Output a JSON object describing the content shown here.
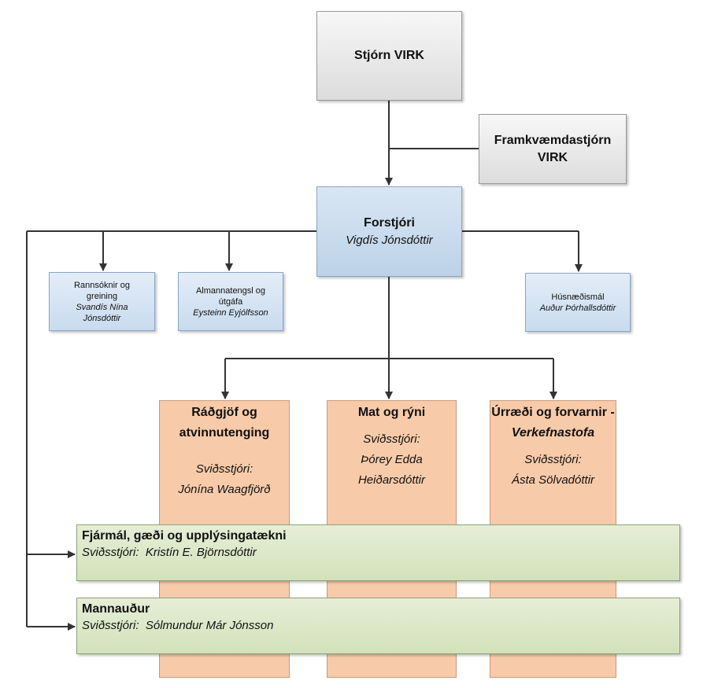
{
  "board": {
    "title": "Stjórn VIRK"
  },
  "executive": {
    "title": "Framkvæmdastjórn VIRK"
  },
  "ceo": {
    "title": "Forstjóri",
    "name": "Vigdís Jónsdóttir"
  },
  "research": {
    "title": "Rannsóknir og greining",
    "name": "Svandís Nína Jónsdóttir"
  },
  "pr": {
    "title": "Almannatengsl og útgáfa",
    "name": "Eysteinn Eyjólfsson"
  },
  "housing": {
    "title": "Húsnæðismál",
    "name": "Auður Þórhallsdóttir"
  },
  "advice": {
    "title": "Ráðgjöf og atvinnutenging",
    "role": "Sviðsstjóri:",
    "name": "Jónína Waagfjörð"
  },
  "assessment": {
    "title": "Mat og rýni",
    "role": "Sviðsstjóri:",
    "name": "Þórey Edda Heiðarsdóttir"
  },
  "resources": {
    "title": "Úrræði og forvarnir -",
    "title_italic": "Verkefnastofa",
    "role": "Sviðsstjóri:",
    "name": "Ásta Sölvadóttir"
  },
  "finance": {
    "title": "Fjármál, gæði og upplýsingatækni",
    "role": "Sviðsstjóri:",
    "name": "Kristín E. Björnsdóttir"
  },
  "hr": {
    "title": "Mannauður",
    "role": "Sviðsstjóri:",
    "name": "Sólmundur Már Jónsson"
  },
  "colors": {
    "line": "#333333",
    "peach": "#f7cbaa",
    "green": "#d9e6c6",
    "blue": "#c6d9ec",
    "grey": "#e8e8e8"
  }
}
